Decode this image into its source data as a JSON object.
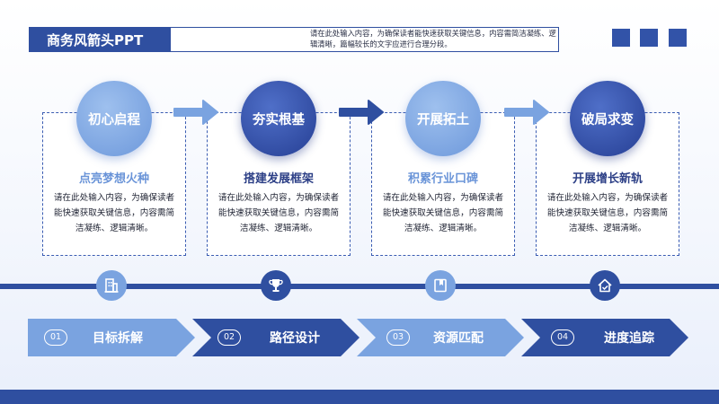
{
  "header": {
    "title": "商务风箭头PPT",
    "description": "请在此处输入内容，为确保读者能快速获取关键信息，内容需简洁凝练、逻辑清晰，篇幅较长的文字应进行合理分段。"
  },
  "steps": [
    {
      "circle": "初心启程",
      "subtitle": "点亮梦想火种",
      "body": "请在此处输入内容，为确保读者能快速获取关键信息，内容需简洁凝练、逻辑清晰。"
    },
    {
      "circle": "夯实根基",
      "subtitle": "搭建发展框架",
      "body": "请在此处输入内容，为确保读者能快速获取关键信息，内容需简洁凝练、逻辑清晰。"
    },
    {
      "circle": "开展拓土",
      "subtitle": "积累行业口碑",
      "body": "请在此处输入内容，为确保读者能快速获取关键信息，内容需简洁凝练、逻辑清晰。"
    },
    {
      "circle": "破局求变",
      "subtitle": "开展增长新轨",
      "body": "请在此处输入内容，为确保读者能快速获取关键信息，内容需简洁凝练、逻辑清晰。"
    }
  ],
  "timeline_icons": [
    "building-icon",
    "trophy-icon",
    "book-icon",
    "home-icon"
  ],
  "phases": [
    {
      "num": "01",
      "label": "目标拆解"
    },
    {
      "num": "02",
      "label": "路径设计"
    },
    {
      "num": "03",
      "label": "资源匹配"
    },
    {
      "num": "04",
      "label": "进度追踪"
    }
  ],
  "colors": {
    "dark": "#2f4fa0",
    "light": "#6e99db",
    "subtitle_light": "#6a94d8",
    "subtitle_dark": "#2c3f86"
  }
}
